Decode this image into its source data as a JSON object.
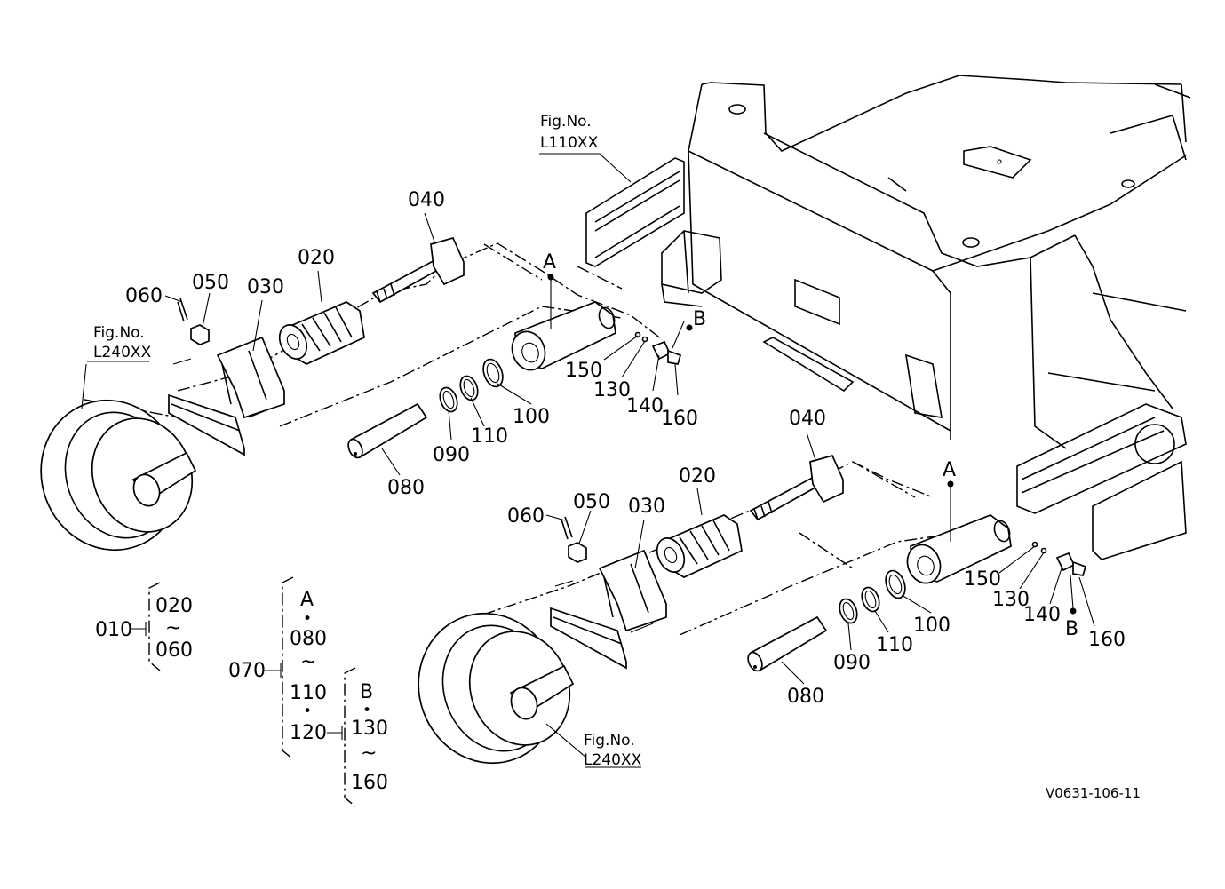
{
  "figure_id": "V0631-106-11",
  "figrefs": [
    {
      "fig": "Fig.No.",
      "code": "L110XX"
    },
    {
      "fig": "Fig.No.",
      "code": "L240XX"
    },
    {
      "fig": "Fig.No.",
      "code": "L240XX"
    }
  ],
  "callouts_upper": {
    "p040": "040",
    "p020": "020",
    "p050": "050",
    "p030": "030",
    "p060": "060",
    "pA": "A",
    "pB": "B",
    "p150": "150",
    "p130": "130",
    "p140": "140",
    "p160": "160",
    "p100": "100",
    "p110": "110",
    "p090": "090",
    "p080": "080"
  },
  "callouts_lower": {
    "p040": "040",
    "p020": "020",
    "p050": "050",
    "p030": "030",
    "p060": "060",
    "pA": "A",
    "pB": "B",
    "p150": "150",
    "p130": "130",
    "p140": "140",
    "p160": "160",
    "p100": "100",
    "p110": "110",
    "p090": "090",
    "p080": "080"
  },
  "legend": {
    "g010": {
      "code": "010",
      "from": "020",
      "tilde": "~",
      "to": "060"
    },
    "g070": {
      "code": "070",
      "a": "A",
      "dot1": "•",
      "v080": "080",
      "tilde": "~",
      "v110": "110",
      "dot2": "•",
      "v120": "120"
    },
    "gB": {
      "b": "B",
      "dot": "•",
      "v130": "130",
      "tilde": "~",
      "v160": "160"
    }
  }
}
